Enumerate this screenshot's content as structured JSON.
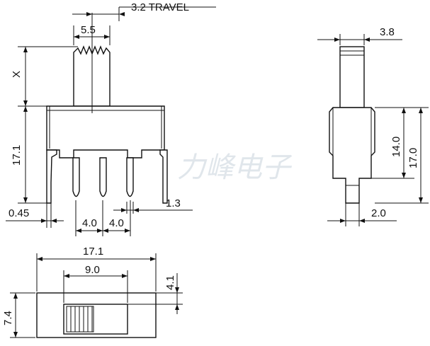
{
  "front_view": {
    "travel_label": "3.2 TRAVEL",
    "actuator_width": "5.5",
    "actuator_height": "X",
    "body_height": "17.1",
    "pin_thickness": "0.45",
    "pin_pitch_left": "4.0",
    "pin_pitch_right": "4.0",
    "pin_width": "1.3"
  },
  "side_view": {
    "actuator_width": "3.8",
    "body_height": "14.0",
    "overall_height": "17.0",
    "pin_offset": "2.0"
  },
  "top_view": {
    "body_length": "17.1",
    "slot_length": "9.0",
    "slot_offset": "4.1",
    "body_width": "7.4"
  },
  "watermark": "力峰电子"
}
